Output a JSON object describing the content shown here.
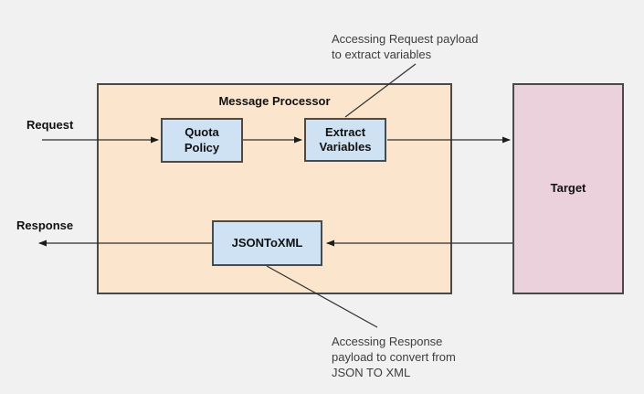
{
  "colors": {
    "background": "#f1f1f2",
    "processor_fill": "#fce5cd",
    "policy_fill": "#cfe2f3",
    "target_fill": "#ead1dc",
    "border": "#4a4a4a",
    "line": "#2e2e2e"
  },
  "processor": {
    "title": "Message Processor"
  },
  "nodes": [
    {
      "label": "Quota\nPolicy"
    },
    {
      "label": "Extract\nVariables"
    },
    {
      "label": "JSONToXML"
    },
    {
      "label": "Target"
    }
  ],
  "labels": {
    "request": "Request",
    "response": "Response"
  },
  "annotations": [
    {
      "text": "Accessing Request payload\nto extract variables"
    },
    {
      "text": "Accessing Response\npayload to convert from\nJSON TO XML"
    }
  ]
}
